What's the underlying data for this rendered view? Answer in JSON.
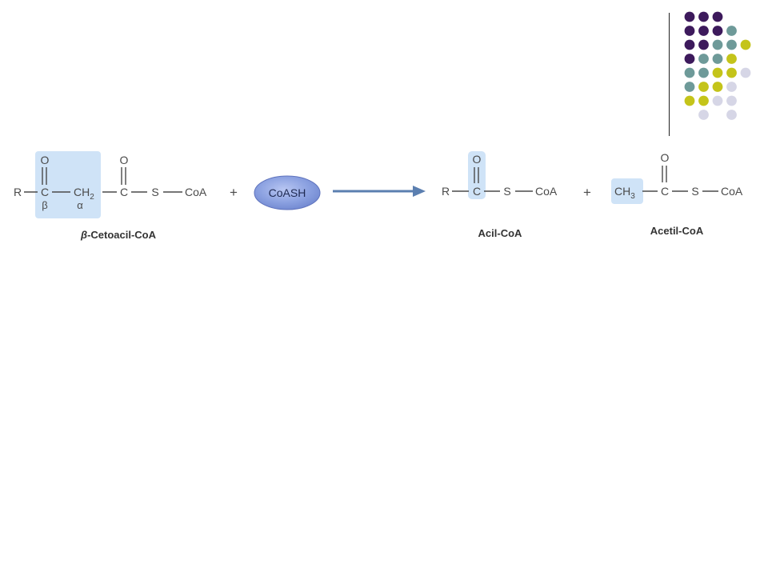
{
  "decoration": {
    "dot_colors": {
      "purple": "#3d1a5c",
      "teal": "#6e9a99",
      "olive": "#c4c41a",
      "lavender": "#d6d6e6"
    },
    "dot_grid": [
      [
        "purple",
        "purple",
        "purple",
        "",
        ""
      ],
      [
        "purple",
        "purple",
        "purple",
        "teal",
        ""
      ],
      [
        "purple",
        "purple",
        "teal",
        "teal",
        "olive"
      ],
      [
        "purple",
        "teal",
        "teal",
        "olive",
        ""
      ],
      [
        "teal",
        "teal",
        "olive",
        "olive",
        "lavender"
      ],
      [
        "teal",
        "olive",
        "olive",
        "lavender",
        ""
      ],
      [
        "olive",
        "olive",
        "lavender",
        "lavender",
        ""
      ],
      [
        "",
        "lavender",
        "",
        "lavender",
        ""
      ]
    ]
  },
  "reaction": {
    "highlight_color": "#cfe3f7",
    "arrow_color": "#5b7fb0",
    "reactant": {
      "substituent": "R",
      "carbon_beta": "C",
      "carbon_alpha": "CH",
      "carbon_alpha_sub": "2",
      "carbonyl_carbon": "C",
      "oxygen_1": "O",
      "oxygen_2": "O",
      "sulfur": "S",
      "coa": "CoA",
      "beta_label": "β",
      "alpha_label": "α",
      "name_prefix": "β",
      "name_rest": "-Cetoacil-CoA"
    },
    "plus_1": "+",
    "reagent": "CoASH",
    "product_1": {
      "substituent": "R",
      "carbon": "C",
      "oxygen": "O",
      "sulfur": "S",
      "coa": "CoA",
      "name": "Acil-CoA"
    },
    "plus_2": "+",
    "product_2": {
      "methyl": "CH",
      "methyl_sub": "3",
      "carbon": "C",
      "oxygen": "O",
      "sulfur": "S",
      "coa": "CoA",
      "name": "Acetil-CoA"
    }
  }
}
